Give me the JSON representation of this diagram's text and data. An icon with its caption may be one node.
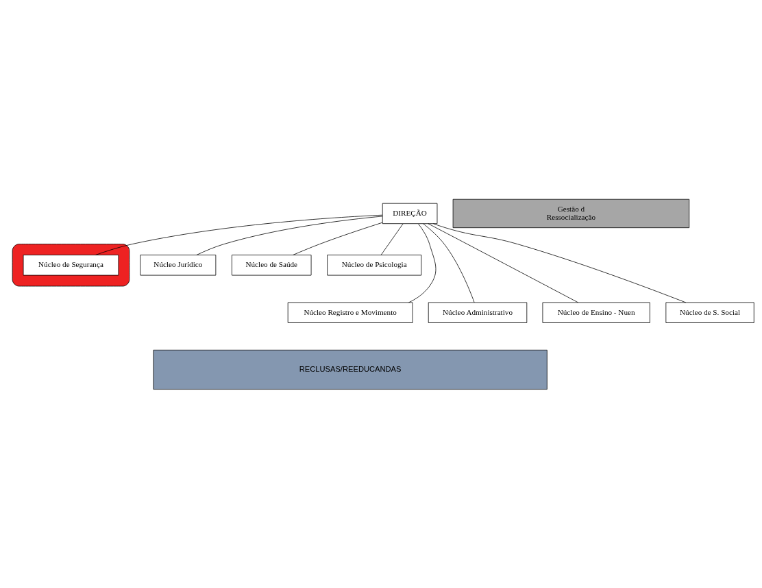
{
  "diagram": {
    "nodes": [
      {
        "text": [
          "DIREÇÃO"
        ]
      },
      {
        "text": [
          "Gestão d",
          "Ressocialização"
        ]
      },
      {
        "text": [],
        "shape": "ellipse"
      },
      {
        "text": [
          "Núcleo de Segurança"
        ],
        "in": 2
      },
      {
        "text": [
          "Núcleo Jurídico"
        ]
      },
      {
        "text": [
          "Núcleo de Saúde"
        ]
      },
      {
        "text": [
          "Núcleo de Psicologia"
        ]
      },
      {
        "text": [
          "Núcleo Registro e Movimento"
        ]
      },
      {
        "text": [
          "Núcleo Administrativo"
        ]
      },
      {
        "text": [
          "Núcleo de Ensino - Nuen"
        ]
      },
      {
        "text": [
          "Núcleo de S. Social"
        ]
      },
      {
        "text": [
          "RECLUSAS/REEDUCANDAS"
        ]
      }
    ],
    "edges": [
      {
        "from": 0,
        "to": 3,
        "arrow": "none"
      },
      {
        "from": 0,
        "to": 4,
        "arrow": "none"
      },
      {
        "from": 0,
        "to": 5,
        "arrow": "none"
      },
      {
        "from": 0,
        "to": 6,
        "arrow": "none"
      },
      {
        "from": 0,
        "to": 7,
        "arrow": "none"
      },
      {
        "from": 0,
        "to": 8,
        "arrow": "none"
      },
      {
        "from": 0,
        "to": 9,
        "arrow": "none"
      },
      {
        "from": 0,
        "to": 10,
        "arrow": "none"
      }
    ]
  }
}
